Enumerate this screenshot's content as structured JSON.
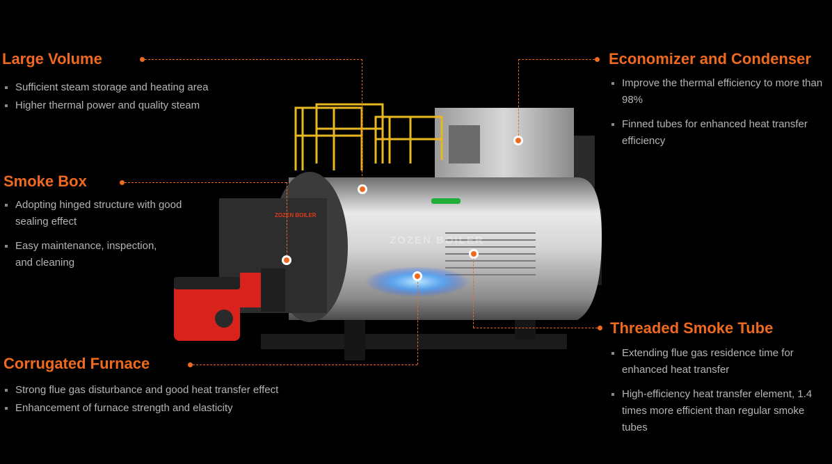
{
  "sections": {
    "large_volume": {
      "title": "Large Volume",
      "items": [
        "Sufficient steam storage and heating area",
        "Higher thermal power and quality steam"
      ]
    },
    "smoke_box": {
      "title": "Smoke Box",
      "items": [
        "Adopting hinged structure with good sealing effect",
        "Easy maintenance, inspection, and cleaning"
      ]
    },
    "corrugated_furnace": {
      "title": "Corrugated Furnace",
      "items": [
        "Strong flue gas disturbance and good heat transfer effect",
        "Enhancement of furnace strength and elasticity"
      ]
    },
    "economizer": {
      "title": "Economizer and Condenser",
      "items": [
        "Improve the thermal efficiency to more than 98%",
        "Finned tubes for enhanced heat transfer efficiency"
      ]
    },
    "smoke_tube": {
      "title": "Threaded Smoke Tube",
      "items": [
        "Extending flue gas residence time for enhanced heat transfer",
        "High-efficiency heat transfer element, 1.4 times more efficient than regular smoke tubes"
      ]
    }
  },
  "boiler": {
    "brand_label": "ZOZEN BOILER",
    "watermark": "ZOZEN BOILER"
  },
  "colors": {
    "accent": "#ef6a1f",
    "background": "#000000",
    "text": "#b5b5b5",
    "burner": "#d8231c",
    "railing": "#e9b722"
  }
}
